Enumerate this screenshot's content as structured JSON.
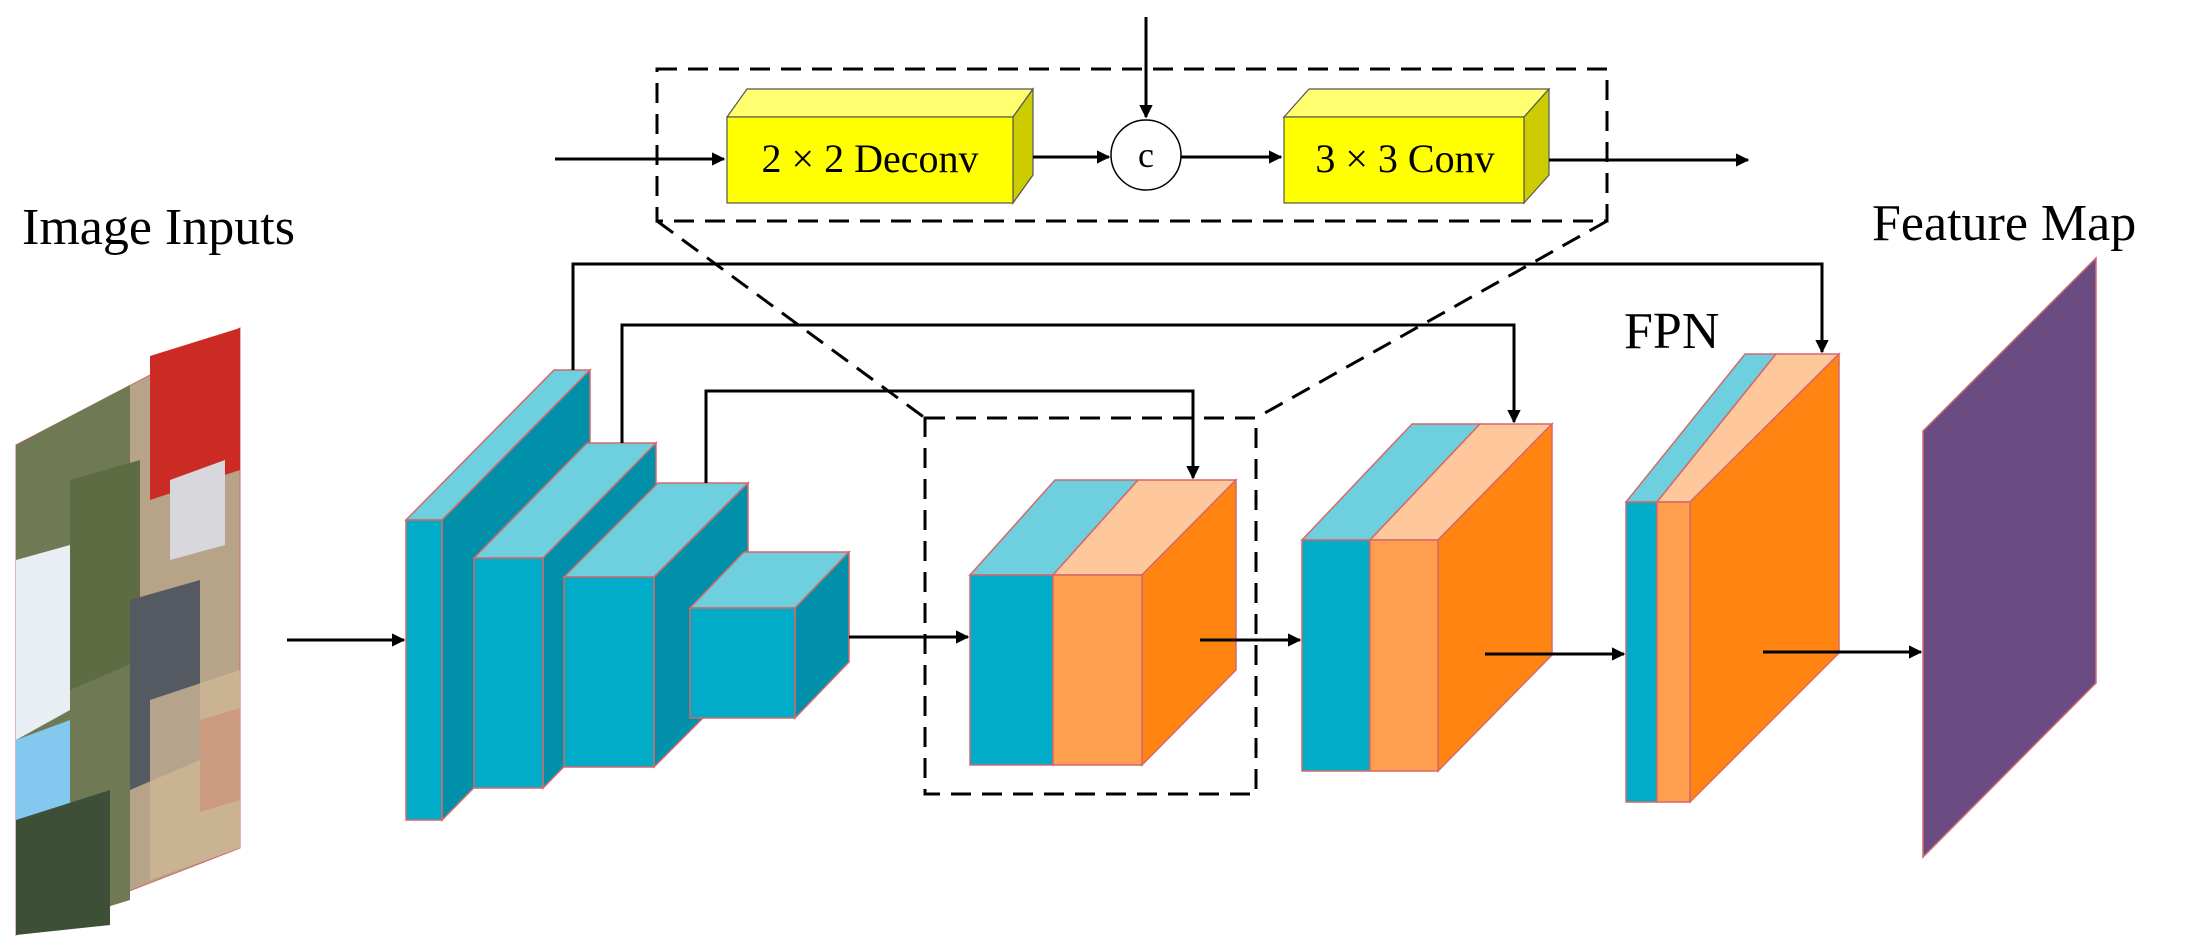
{
  "labels": {
    "image_inputs": "Image Inputs",
    "feature_map": "Feature Map",
    "fpn": "FPN",
    "deconv": "2 × 2 Deconv",
    "conv": "3 × 3 Conv",
    "concat": "c"
  },
  "colors": {
    "backbone_front": "#00acc8",
    "backbone_top": "#6ecfdf",
    "backbone_side": "#0090aa",
    "fused_light": "#ff9e4f",
    "fused_top_light": "#ffc79c",
    "fused_dark": "#ff8412",
    "module_front": "#ffff00",
    "module_top": "#ffff70",
    "module_side": "#cccc00",
    "feature_map": "#6a4c82",
    "edge": "#d4696b"
  },
  "icons": {
    "input_image": "street-scene-photo",
    "output": "feature-map-plane"
  }
}
